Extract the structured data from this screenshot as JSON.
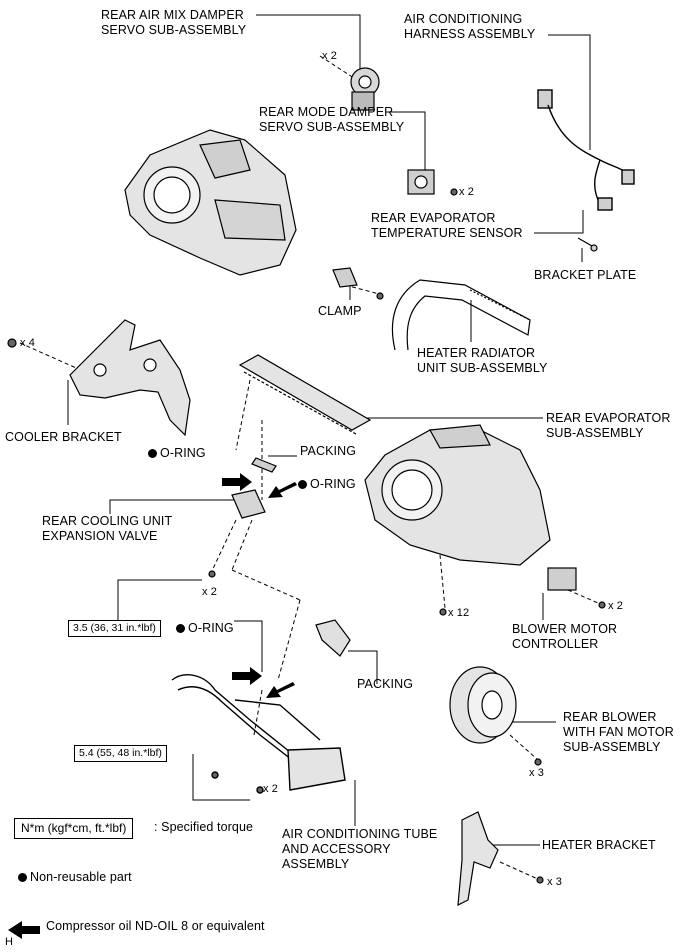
{
  "labels": {
    "rear_air_mix_servo": [
      "REAR AIR MIX DAMPER",
      "SERVO SUB-ASSEMBLY"
    ],
    "ac_harness": [
      "AIR CONDITIONING",
      "HARNESS ASSEMBLY"
    ],
    "rear_mode_servo": [
      "REAR MODE DAMPER",
      "SERVO SUB-ASSEMBLY"
    ],
    "rear_evap_temp_sensor": [
      "REAR EVAPORATOR",
      "TEMPERATURE SENSOR"
    ],
    "bracket_plate": "BRACKET PLATE",
    "clamp": "CLAMP",
    "heater_radiator": [
      "HEATER RADIATOR",
      "UNIT SUB-ASSEMBLY"
    ],
    "cooler_bracket": "COOLER BRACKET",
    "rear_evaporator": [
      "REAR EVAPORATOR",
      "SUB-ASSEMBLY"
    ],
    "o_ring": "O-RING",
    "packing": "PACKING",
    "expansion_valve": [
      "REAR COOLING UNIT",
      "EXPANSION VALVE"
    ],
    "blower_controller": [
      "BLOWER MOTOR",
      "CONTROLLER"
    ],
    "rear_blower": [
      "REAR BLOWER",
      "WITH FAN MOTOR",
      "SUB-ASSEMBLY"
    ],
    "ac_tube": [
      "AIR CONDITIONING TUBE",
      "AND ACCESSORY",
      "ASSEMBLY"
    ],
    "heater_bracket": "HEATER BRACKET"
  },
  "quantities": {
    "servo_screws": "x 2",
    "mode_servo_screws": "x 2",
    "cooler_bracket_bolts": "x 4",
    "valve_bolts": "x 2",
    "case_screws": "x 12",
    "controller_screws": "x 2",
    "blower_screws": "x 3",
    "tube_bolts": "x 2",
    "heater_bracket_screws": "x 3"
  },
  "torques": {
    "valve": "3.5 (36, 31 in.*lbf)",
    "tube": "5.4 (55, 48 in.*lbf)"
  },
  "legend": {
    "torque_unit": "N*m (kgf*cm, ft.*lbf)",
    "torque_desc": ": Specified torque",
    "non_reusable": "Non-reusable part",
    "compressor_oil": "Compressor oil ND-OIL 8 or equivalent"
  },
  "corner_mark": "H"
}
